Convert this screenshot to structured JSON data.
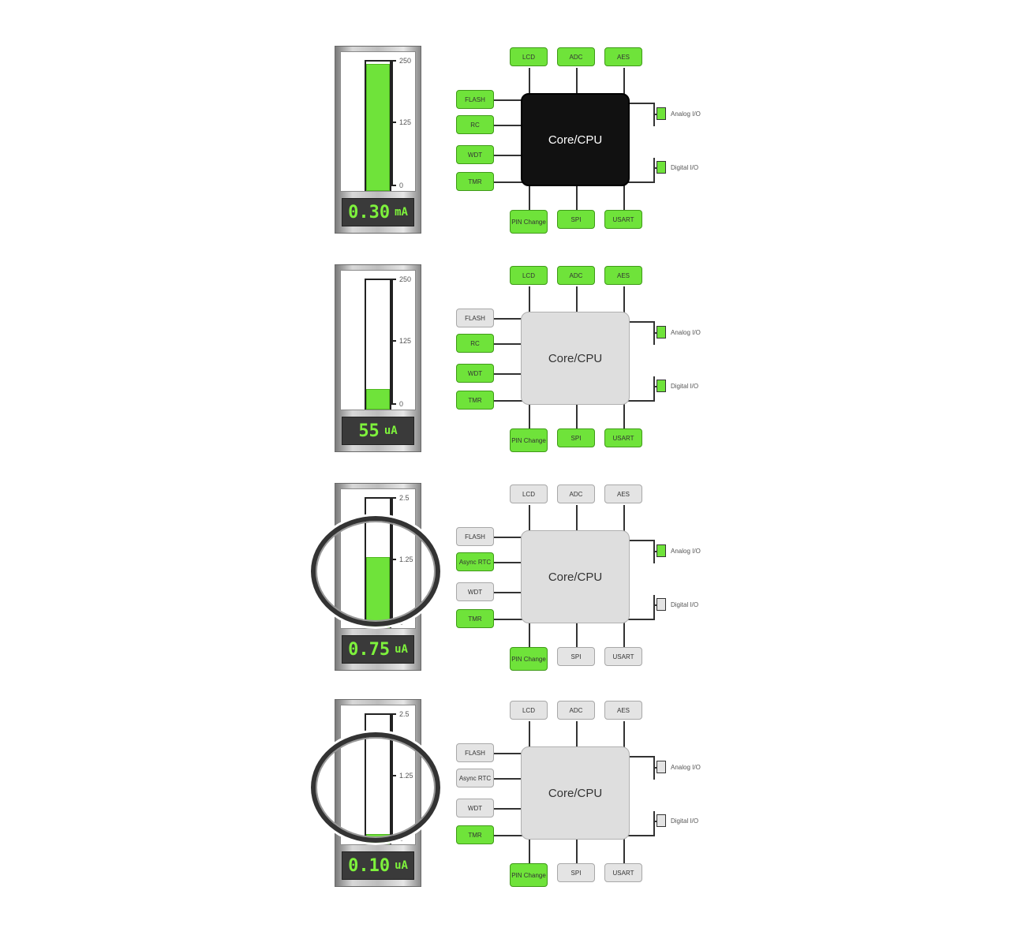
{
  "rows": [
    {
      "meter": {
        "value": "0.30",
        "unit": "mA",
        "fill_fraction": 0.98,
        "scale_labels": [
          "250",
          "125",
          "0"
        ],
        "magnifier": false
      },
      "cpu": {
        "label": "Core/CPU",
        "state": "active"
      },
      "top": [
        {
          "label": "LCD",
          "on": true
        },
        {
          "label": "ADC",
          "on": true
        },
        {
          "label": "AES",
          "on": true
        }
      ],
      "left": [
        {
          "label": "FLASH",
          "on": true
        },
        {
          "label": "RC",
          "on": true
        },
        {
          "label": "WDT",
          "on": true
        },
        {
          "label": "TMR",
          "on": true
        }
      ],
      "bottom": [
        {
          "label": "PIN Change",
          "on": true
        },
        {
          "label": "SPI",
          "on": true
        },
        {
          "label": "USART",
          "on": true
        }
      ],
      "right": [
        {
          "label": "Analog I/O",
          "on": true
        },
        {
          "label": "Digital I/O",
          "on": true
        }
      ]
    },
    {
      "meter": {
        "value": "55",
        "unit": "uA",
        "fill_fraction": 0.16,
        "scale_labels": [
          "250",
          "125",
          "0"
        ],
        "magnifier": false
      },
      "cpu": {
        "label": "Core/CPU",
        "state": "idle"
      },
      "top": [
        {
          "label": "LCD",
          "on": true
        },
        {
          "label": "ADC",
          "on": true
        },
        {
          "label": "AES",
          "on": true
        }
      ],
      "left": [
        {
          "label": "FLASH",
          "on": false
        },
        {
          "label": "RC",
          "on": true
        },
        {
          "label": "WDT",
          "on": true
        },
        {
          "label": "TMR",
          "on": true
        }
      ],
      "bottom": [
        {
          "label": "PIN Change",
          "on": true
        },
        {
          "label": "SPI",
          "on": true
        },
        {
          "label": "USART",
          "on": true
        }
      ],
      "right": [
        {
          "label": "Analog I/O",
          "on": true
        },
        {
          "label": "Digital I/O",
          "on": true
        }
      ]
    },
    {
      "meter": {
        "value": "0.75",
        "unit": "uA",
        "fill_fraction": 0.55,
        "scale_labels": [
          "2.5",
          "1.25",
          "0"
        ],
        "magnifier": true
      },
      "cpu": {
        "label": "Core/CPU",
        "state": "idle"
      },
      "top": [
        {
          "label": "LCD",
          "on": false
        },
        {
          "label": "ADC",
          "on": false
        },
        {
          "label": "AES",
          "on": false
        }
      ],
      "left": [
        {
          "label": "FLASH",
          "on": false
        },
        {
          "label": "Async RTC",
          "on": true
        },
        {
          "label": "WDT",
          "on": false
        },
        {
          "label": "TMR",
          "on": true
        }
      ],
      "bottom": [
        {
          "label": "PIN Change",
          "on": true
        },
        {
          "label": "SPI",
          "on": false
        },
        {
          "label": "USART",
          "on": false
        }
      ],
      "right": [
        {
          "label": "Analog I/O",
          "on": true
        },
        {
          "label": "Digital I/O",
          "on": false
        }
      ]
    },
    {
      "meter": {
        "value": "0.10",
        "unit": "uA",
        "fill_fraction": 0.08,
        "scale_labels": [
          "2.5",
          "1.25",
          "0"
        ],
        "magnifier": true
      },
      "cpu": {
        "label": "Core/CPU",
        "state": "idle"
      },
      "top": [
        {
          "label": "LCD",
          "on": false
        },
        {
          "label": "ADC",
          "on": false
        },
        {
          "label": "AES",
          "on": false
        }
      ],
      "left": [
        {
          "label": "FLASH",
          "on": false
        },
        {
          "label": "Async RTC",
          "on": false
        },
        {
          "label": "WDT",
          "on": false
        },
        {
          "label": "TMR",
          "on": true
        }
      ],
      "bottom": [
        {
          "label": "PIN Change",
          "on": true
        },
        {
          "label": "SPI",
          "on": false
        },
        {
          "label": "USART",
          "on": false
        }
      ],
      "right": [
        {
          "label": "Analog I/O",
          "on": false
        },
        {
          "label": "Digital I/O",
          "on": false
        }
      ]
    }
  ]
}
